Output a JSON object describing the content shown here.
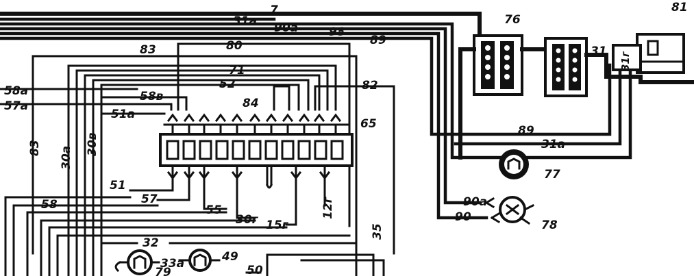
{
  "labels": {
    "w7": "7",
    "w31a_top": "31a",
    "w90a_top": "90a",
    "w98": "98",
    "w89_top": "89",
    "w83_top": "83",
    "w80": "80",
    "w71": "71",
    "w52": "52",
    "w82": "82",
    "w58a": "58a",
    "w58b": "58в",
    "w57a": "57a",
    "w51a": "51a",
    "w84": "84",
    "w83_left": "83",
    "w30a": "30a",
    "w30b": "30в",
    "w51": "51",
    "w57": "57",
    "w58": "58",
    "w55": "55",
    "w30g": "30г",
    "w15g": "15г",
    "w12g": "12г",
    "w35": "35",
    "w32": "32",
    "w33a": "33a",
    "w49": "49",
    "w50": "50",
    "w89_bottom": "89",
    "w31a_bottom": "31a",
    "w31": "31",
    "w31g": "31г",
    "w90a_bottom": "90a",
    "w90": "90",
    "ref65": "65",
    "ref76": "76",
    "ref77": "77",
    "ref78": "78",
    "ref81": "81",
    "ref79": "79"
  }
}
